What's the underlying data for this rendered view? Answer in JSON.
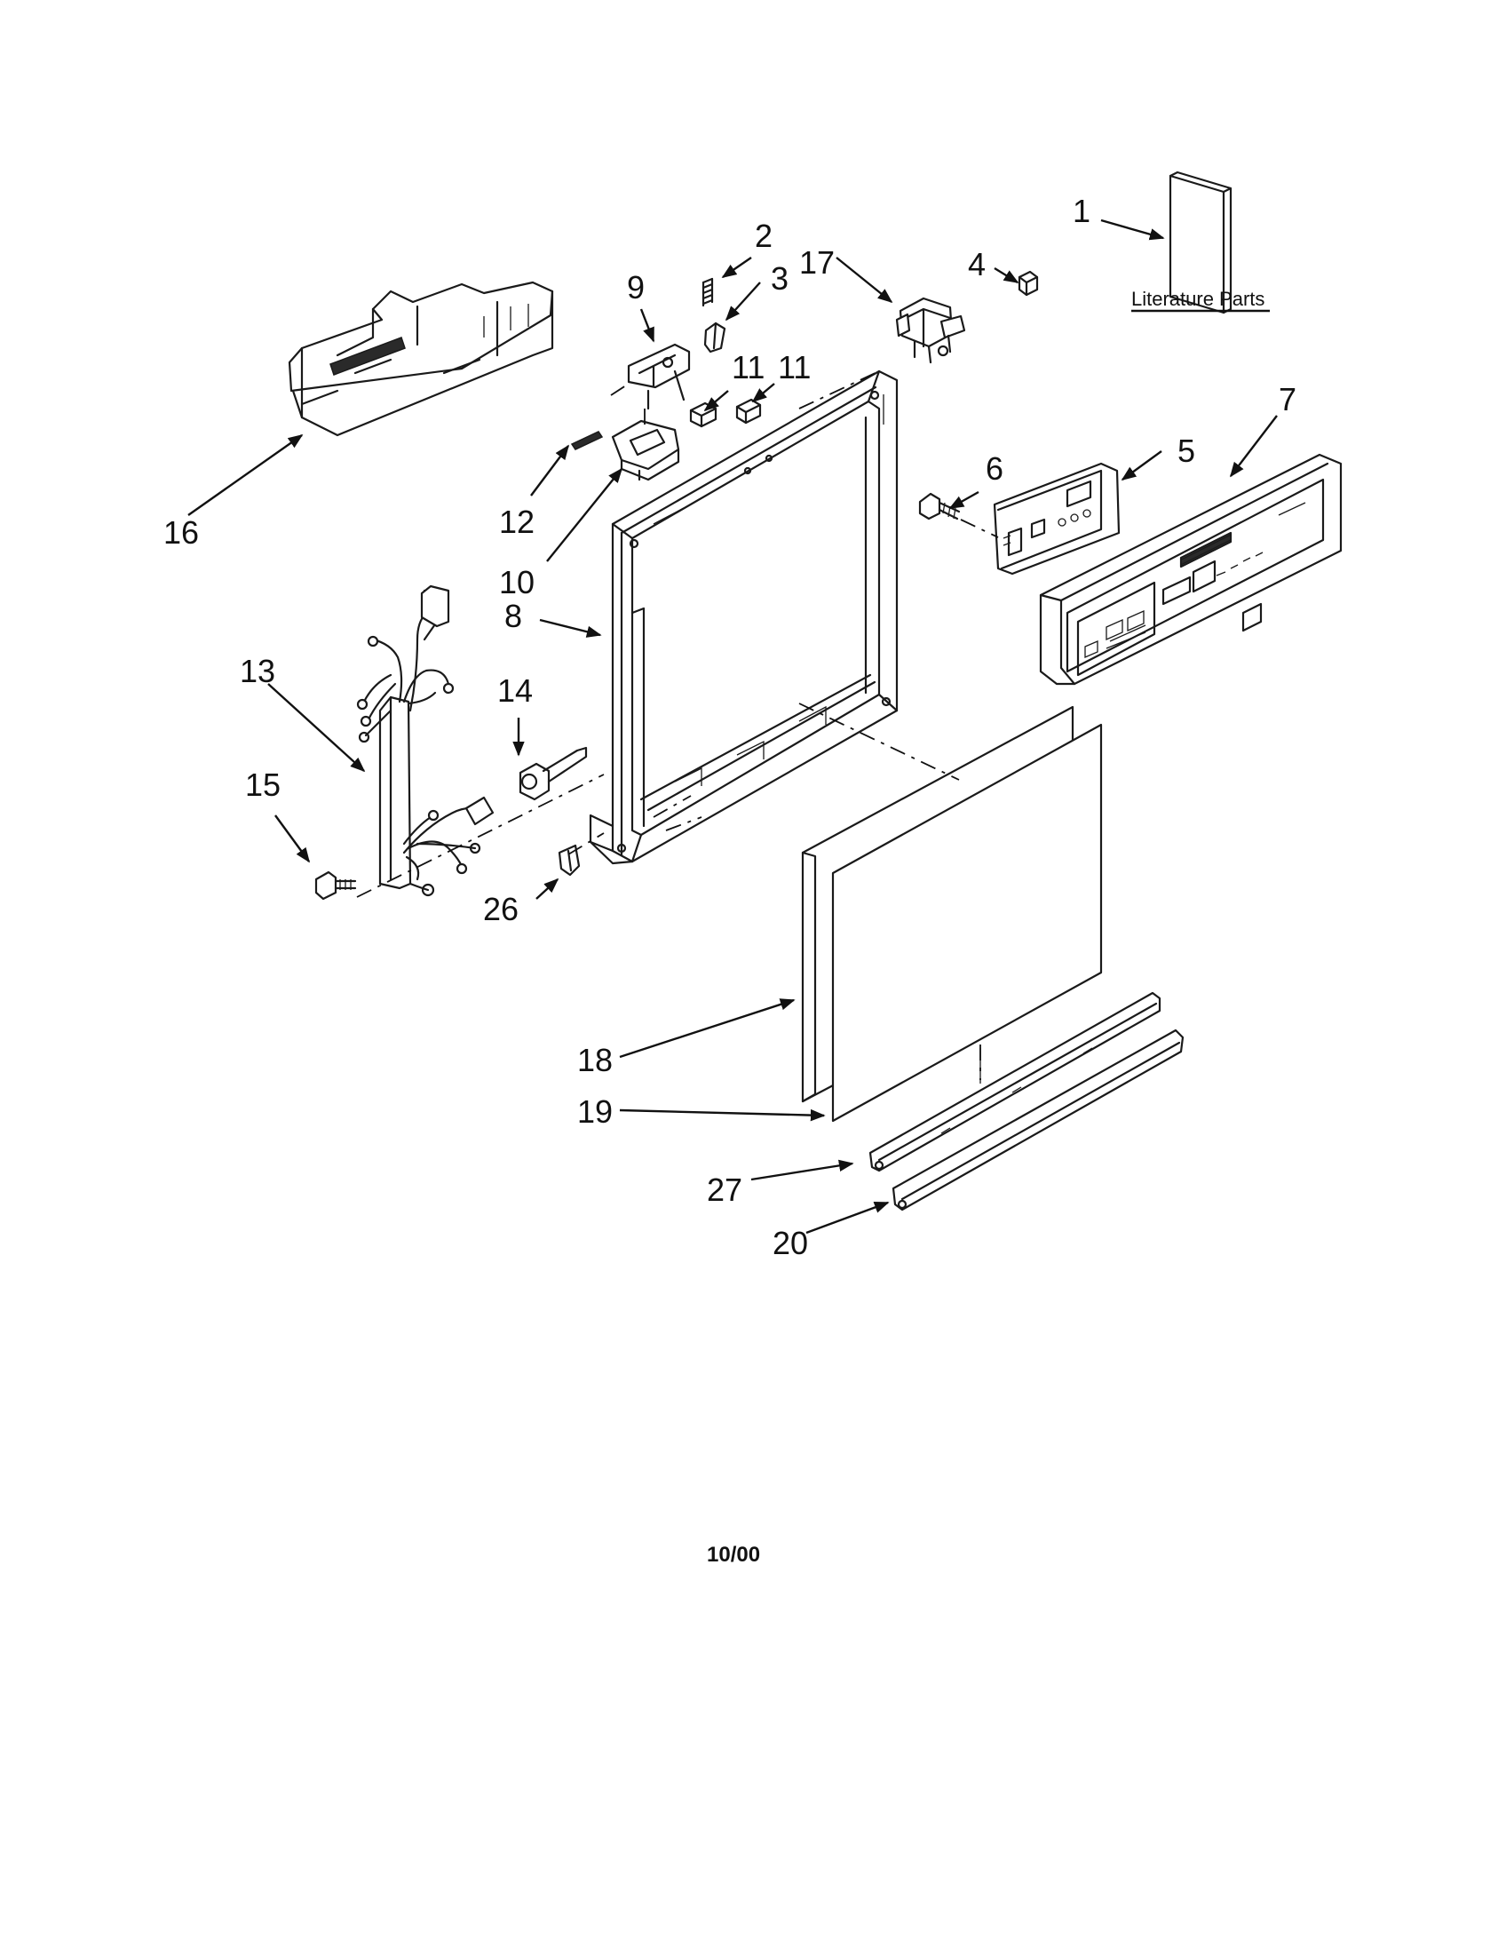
{
  "callouts": {
    "c1": "1",
    "c2": "2",
    "c3": "3",
    "c4": "4",
    "c5": "5",
    "c6": "6",
    "c7": "7",
    "c8": "8",
    "c9": "9",
    "c10": "10",
    "c11a": "11",
    "c11b": "11",
    "c12": "12",
    "c13": "13",
    "c14": "14",
    "c15": "15",
    "c16": "16",
    "c17": "17",
    "c18": "18",
    "c19": "19",
    "c20": "20",
    "c26": "26",
    "c27": "27"
  },
  "literature_label": "Literature Parts",
  "revision_date": "10/00"
}
